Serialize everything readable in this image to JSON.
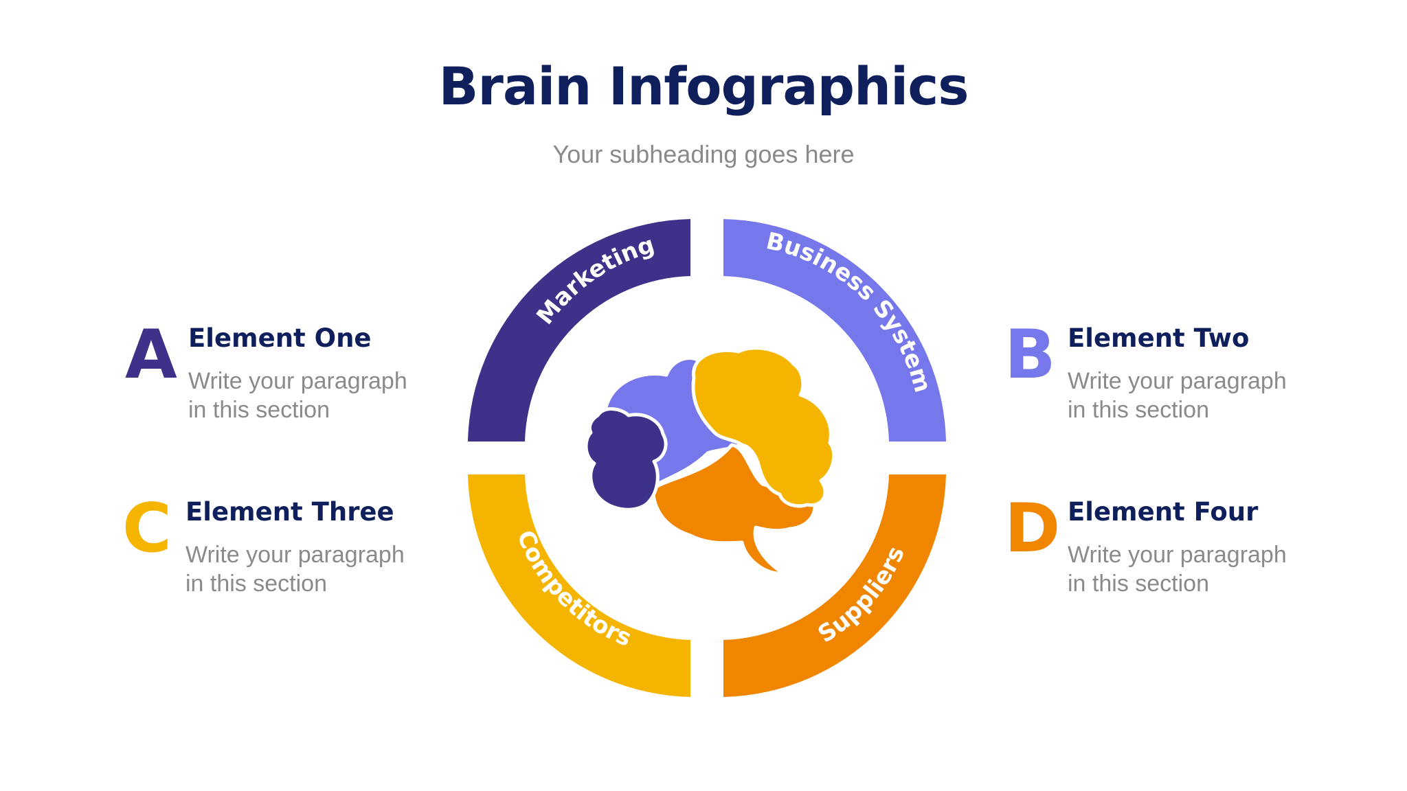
{
  "header": {
    "title": "Brain Infographics",
    "subtitle": "Your subheading goes here"
  },
  "colors": {
    "title": "#0e1f5c",
    "muted_text": "#8a8a8a",
    "dark_purple": "#3d3189",
    "light_purple": "#7677ea",
    "yellow": "#f4b400",
    "orange": "#f08600"
  },
  "segments": [
    {
      "label": "Marketing",
      "color": "#3d3189"
    },
    {
      "label": "Business System",
      "color": "#7677ea"
    },
    {
      "label": "Competitors",
      "color": "#f4b400"
    },
    {
      "label": "Suppliers",
      "color": "#f08600"
    }
  ],
  "elements": [
    {
      "letter": "A",
      "title": "Element One",
      "description": "Write your paragraph in this section",
      "color": "#3d3189"
    },
    {
      "letter": "B",
      "title": "Element Two",
      "description": "Write your paragraph in this section",
      "color": "#7677ea"
    },
    {
      "letter": "C",
      "title": "Element Three",
      "description": "Write your paragraph in this section",
      "color": "#f4b400"
    },
    {
      "letter": "D",
      "title": "Element Four",
      "description": "Write your paragraph in this section",
      "color": "#f08600"
    }
  ],
  "center_icon": "brain-icon"
}
